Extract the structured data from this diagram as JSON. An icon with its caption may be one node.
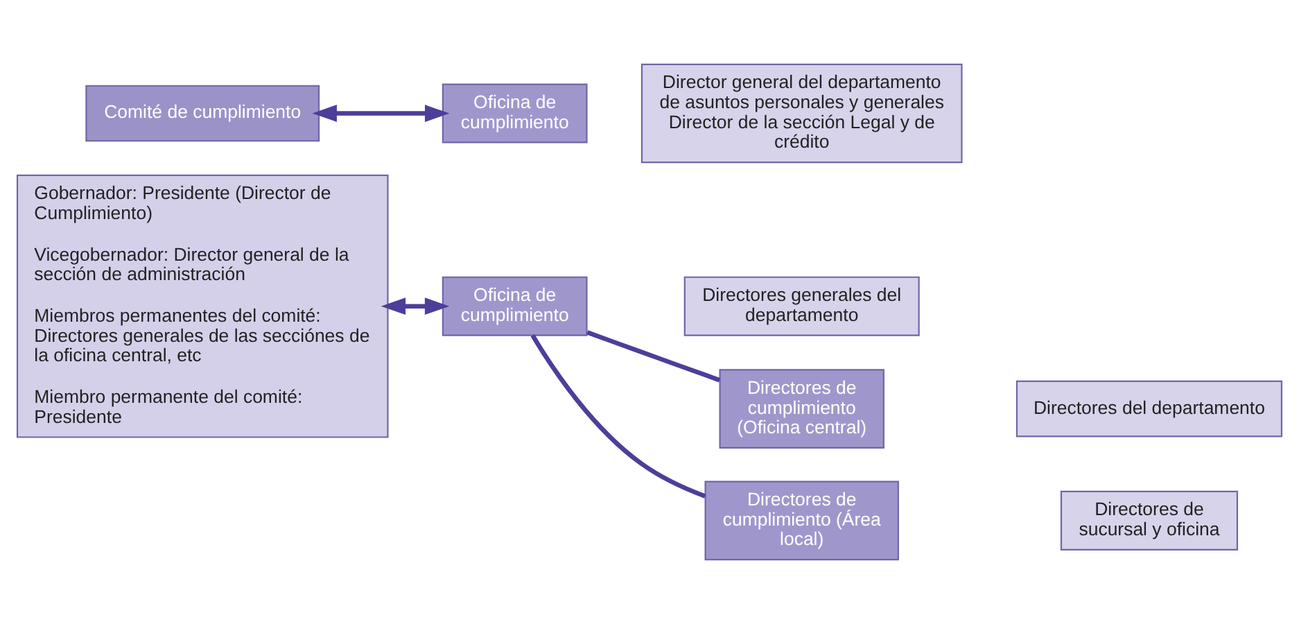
{
  "diagram": {
    "nodes": [
      {
        "text": [
          "Comité de cumplimiento"
        ]
      },
      {
        "text": [
          "Gobernador: Presidente (Director de Cumplimiento)",
          "Vicegobernador: Director general de la sección de administración",
          "Miembros permanentes del comité: Directores generales de las secciónes de la oficina central, etc",
          "Miembro permanente del comité: Presidente"
        ]
      },
      {
        "text": [
          "Oficina de cumplimiento"
        ]
      },
      {
        "text": [
          "Director general del departamento de asuntos personales y generales",
          "Director de la sección Legal y de crédito"
        ]
      },
      {
        "text": [
          "Oficina de cumplimiento"
        ]
      },
      {
        "text": [
          "Directores generales del departamento"
        ]
      },
      {
        "text": [
          "Directores de cumplimiento (Oficina central)"
        ]
      },
      {
        "text": [
          "Directores del departamento"
        ]
      },
      {
        "text": [
          "Directores de cumplimiento (Área local)"
        ]
      },
      {
        "text": [
          "Directores de sucursal y oficina"
        ]
      }
    ],
    "edges": [
      {
        "from": 0,
        "to": 2,
        "arrow": "both"
      },
      {
        "from": 1,
        "to": 4,
        "arrow": "both"
      },
      {
        "from": 4,
        "to": 6,
        "arrow": "none"
      },
      {
        "from": 4,
        "to": 8,
        "arrow": "none"
      }
    ]
  }
}
